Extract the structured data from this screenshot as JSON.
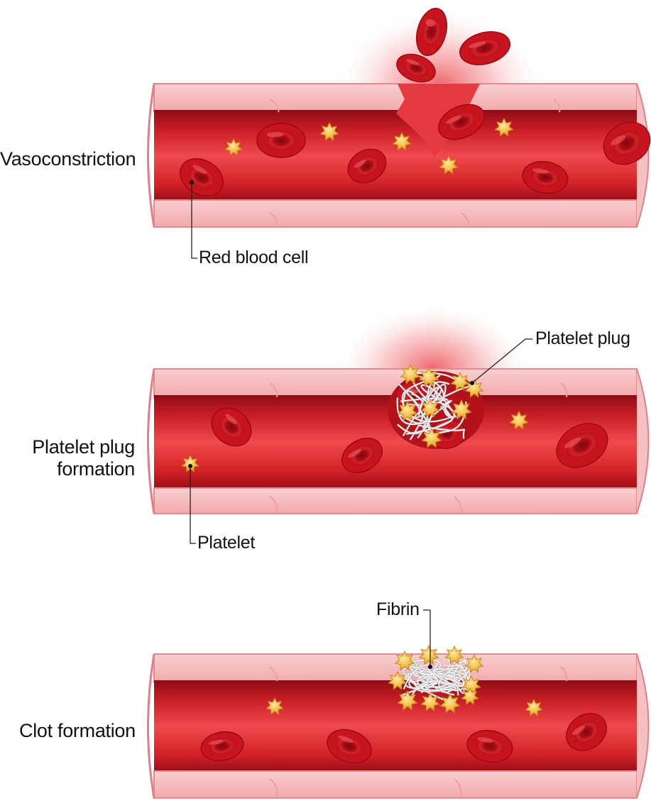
{
  "stages": [
    {
      "label": "Vasoconstriction"
    },
    {
      "label_line1": "Platelet plug",
      "label_line2": "formation"
    },
    {
      "label": "Clot formation"
    }
  ],
  "callouts": {
    "red_blood_cell": "Red blood cell",
    "platelet_plug": "Platelet plug",
    "platelet": "Platelet",
    "fibrin": "Fibrin"
  },
  "colors": {
    "vessel_wall": "#f4b8b8",
    "vessel_wall_edge": "#e07f84",
    "lumen_dark": "#a8101a",
    "lumen_mid": "#dc2a30",
    "lumen_light": "#f25558",
    "red_cell": "#c4121c",
    "red_cell_center": "#8e0a12",
    "platelet": "#f1bd45",
    "fibrin": "#ffffff"
  }
}
